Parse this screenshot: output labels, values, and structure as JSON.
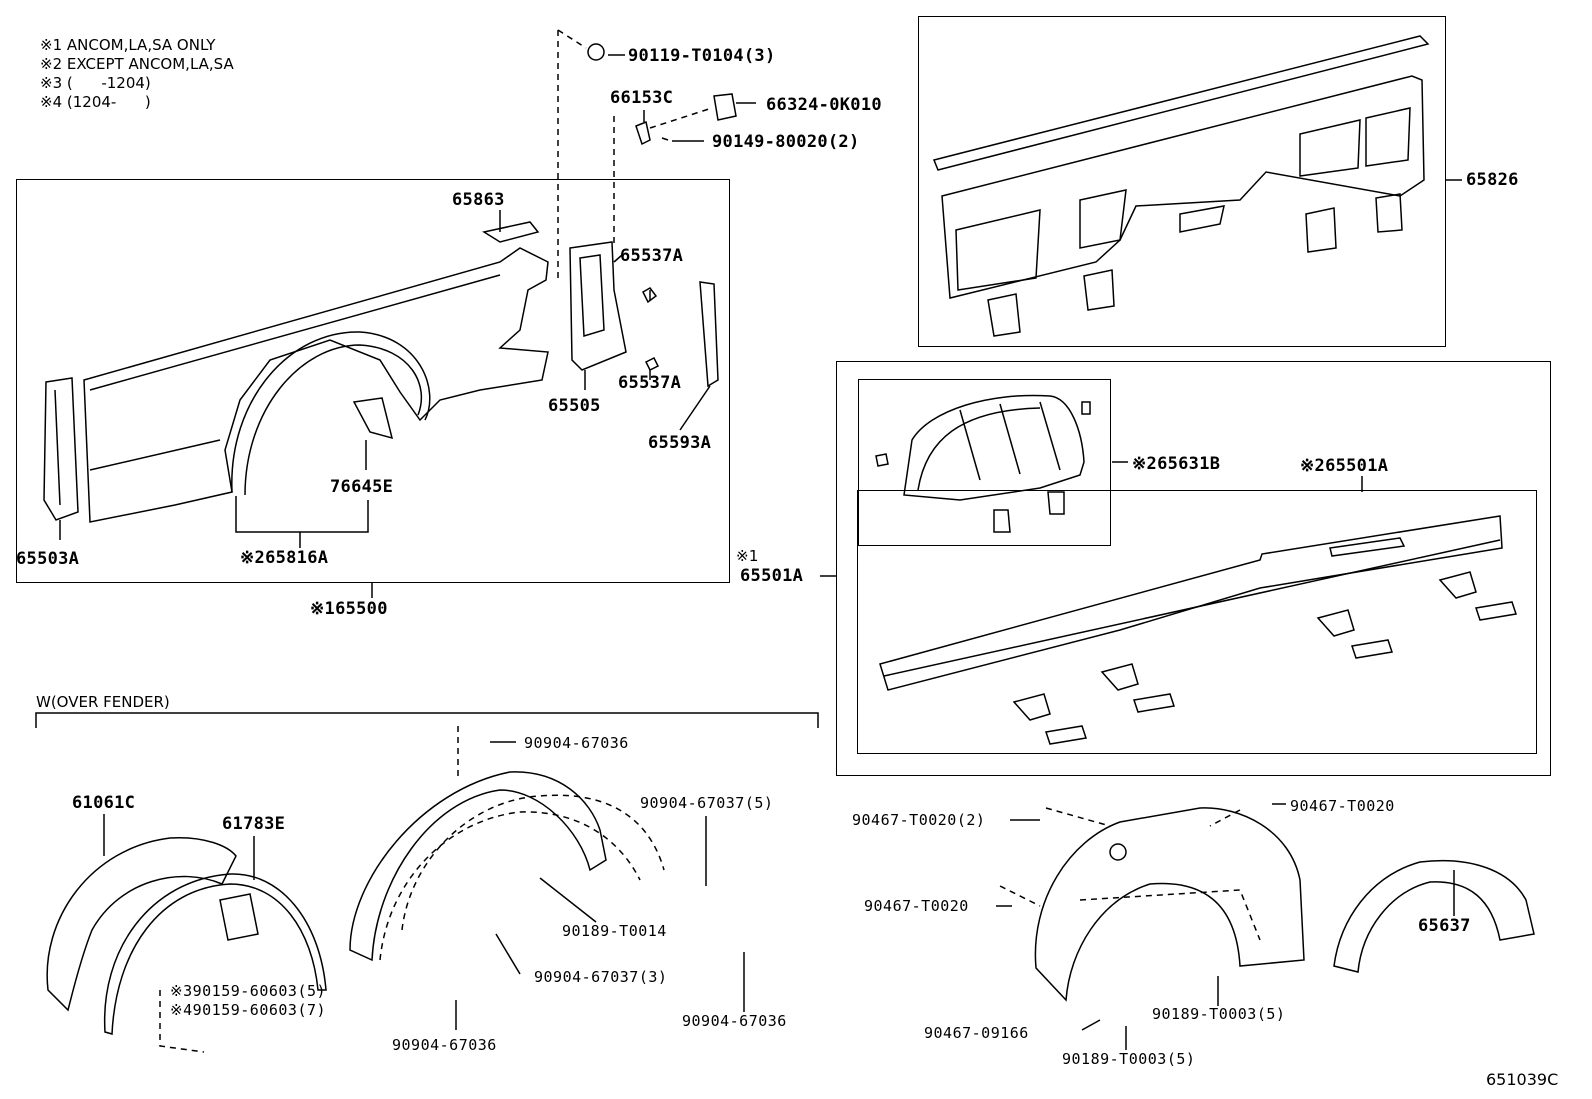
{
  "notes": [
    "※1 ANCOM,LA,SA ONLY",
    "※2 EXCEPT ANCOM,LA,SA",
    "※3 (      -1204)",
    "※4 (1204-      )"
  ],
  "section_over_fender": "W(OVER FENDER)",
  "catalog_number": "651039C",
  "labels": {
    "p90119": "90119-T0104(3)",
    "p66153C": "66153C",
    "p66324": "66324-0K010",
    "p90149": "90149-80020(2)",
    "p65863": "65863",
    "p65537A_1": "65537A",
    "p65537A_2": "65537A",
    "p65505": "65505",
    "p65593A": "65593A",
    "p76645E": "76645E",
    "p65503A": "65503A",
    "p65816A": "※265816A",
    "p65500": "※165500",
    "p65826": "65826",
    "p65631B": "※265631B",
    "p65501A_inner": "※265501A",
    "p65501A_mark": "※1",
    "p65501A_outer": "65501A",
    "p61061C": "61061C",
    "p61783E": "61783E",
    "p90159_3": "※390159-60603(5)",
    "p90159_4": "※490159-60603(7)",
    "p90904_67036_a": "90904-67036",
    "p90904_67037_5": "90904-67037(5)",
    "p90189_T0014": "90189-T0014",
    "p90904_67037_3": "90904-67037(3)",
    "p90904_67036_b": "90904-67036",
    "p90904_67036_c": "90904-67036",
    "p90467_T0020_2": "90467-T0020(2)",
    "p90467_T0020_a": "90467-T0020",
    "p90467_T0020_b": "90467-T0020",
    "p65637": "65637",
    "p90189_T0003_a": "90189-T0003(5)",
    "p90467_09166": "90467-09166",
    "p90189_T0003_b": "90189-T0003(5)"
  }
}
